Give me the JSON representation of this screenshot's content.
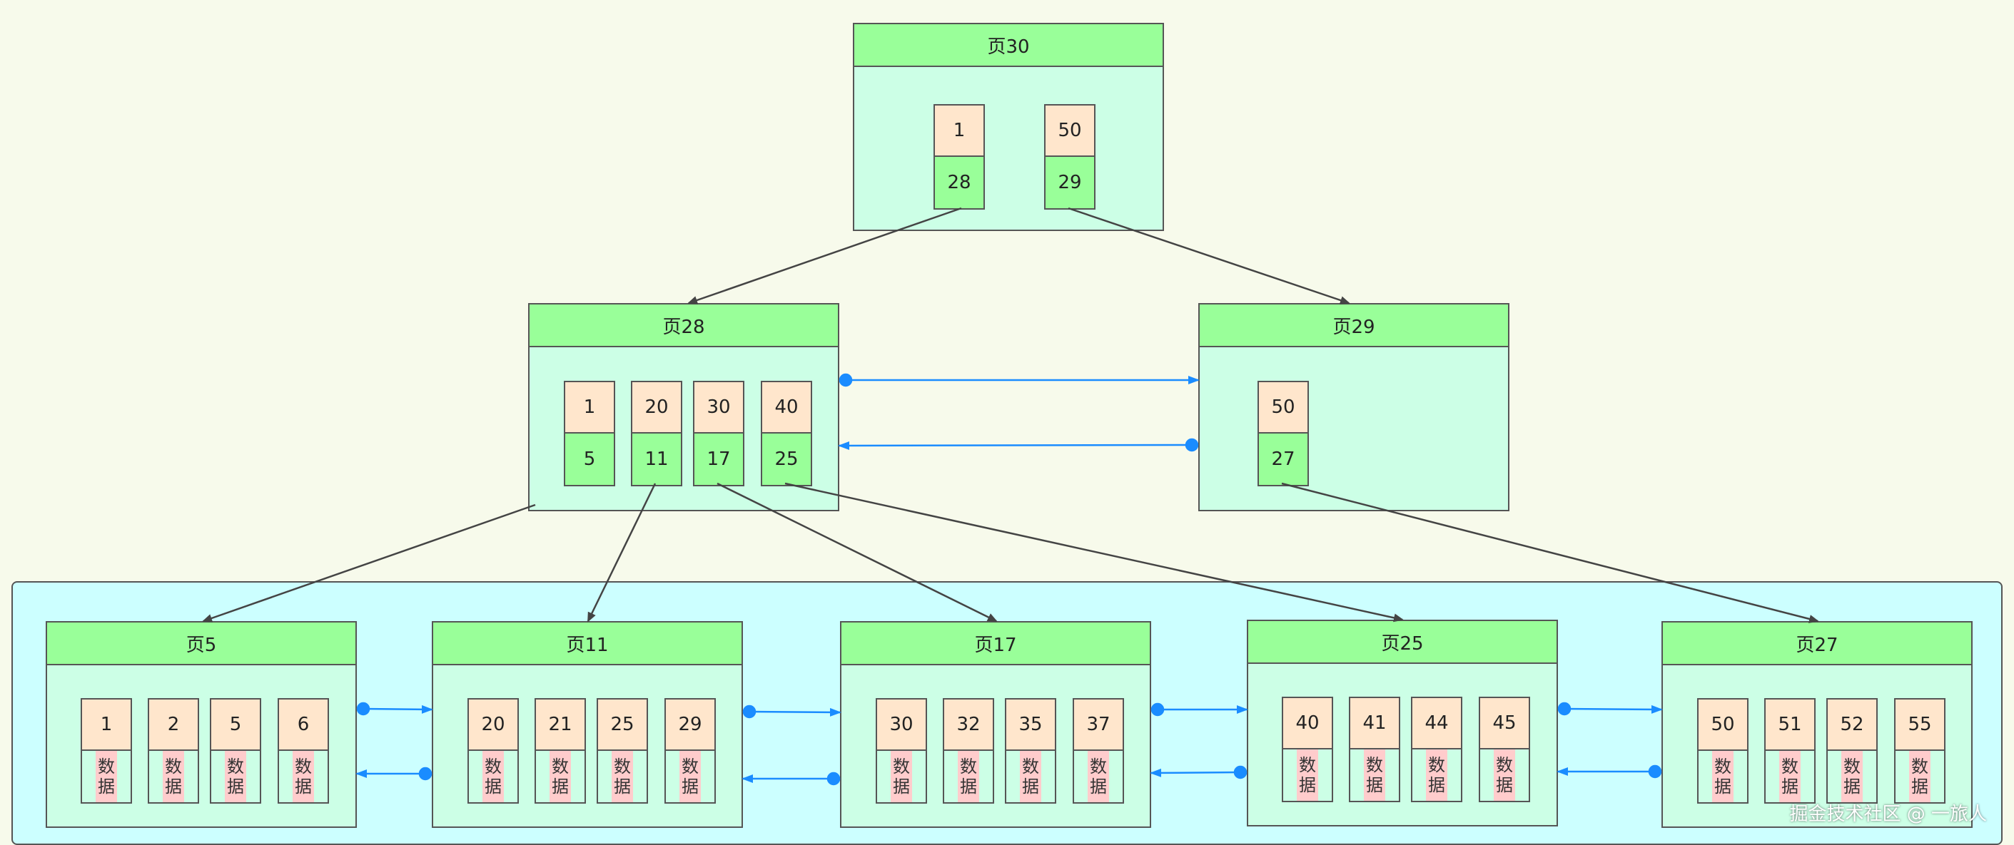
{
  "root": {
    "title": "页30",
    "records": [
      {
        "key": "1",
        "ptr": "28"
      },
      {
        "key": "50",
        "ptr": "29"
      }
    ]
  },
  "internal": [
    {
      "id": "p28",
      "title": "页28",
      "records": [
        {
          "key": "1",
          "ptr": "5"
        },
        {
          "key": "20",
          "ptr": "11"
        },
        {
          "key": "30",
          "ptr": "17"
        },
        {
          "key": "40",
          "ptr": "25"
        }
      ]
    },
    {
      "id": "p29",
      "title": "页29",
      "records": [
        {
          "key": "50",
          "ptr": "27"
        }
      ]
    }
  ],
  "leaves": [
    {
      "id": "p5",
      "title": "页5",
      "keys": [
        "1",
        "2",
        "5",
        "6"
      ]
    },
    {
      "id": "p11",
      "title": "页11",
      "keys": [
        "20",
        "21",
        "25",
        "29"
      ]
    },
    {
      "id": "p17",
      "title": "页17",
      "keys": [
        "30",
        "32",
        "35",
        "37"
      ]
    },
    {
      "id": "p25",
      "title": "页25",
      "keys": [
        "40",
        "41",
        "44",
        "45"
      ]
    },
    {
      "id": "p27",
      "title": "页27",
      "keys": [
        "50",
        "51",
        "52",
        "55"
      ]
    }
  ],
  "data_label": "数据",
  "watermark": "掘金技术社区 @ 一旅人",
  "colors": {
    "background": "#f7faeb",
    "leaf_area": "#ccffff",
    "page_body": "#ccffe6",
    "page_header": "#99ff99",
    "key_cell": "#ffe6cc",
    "pointer_cell": "#99ff99",
    "data_cell": "#ffcccc",
    "tree_edge": "#555555",
    "sibling_link": "#1a8cff"
  }
}
